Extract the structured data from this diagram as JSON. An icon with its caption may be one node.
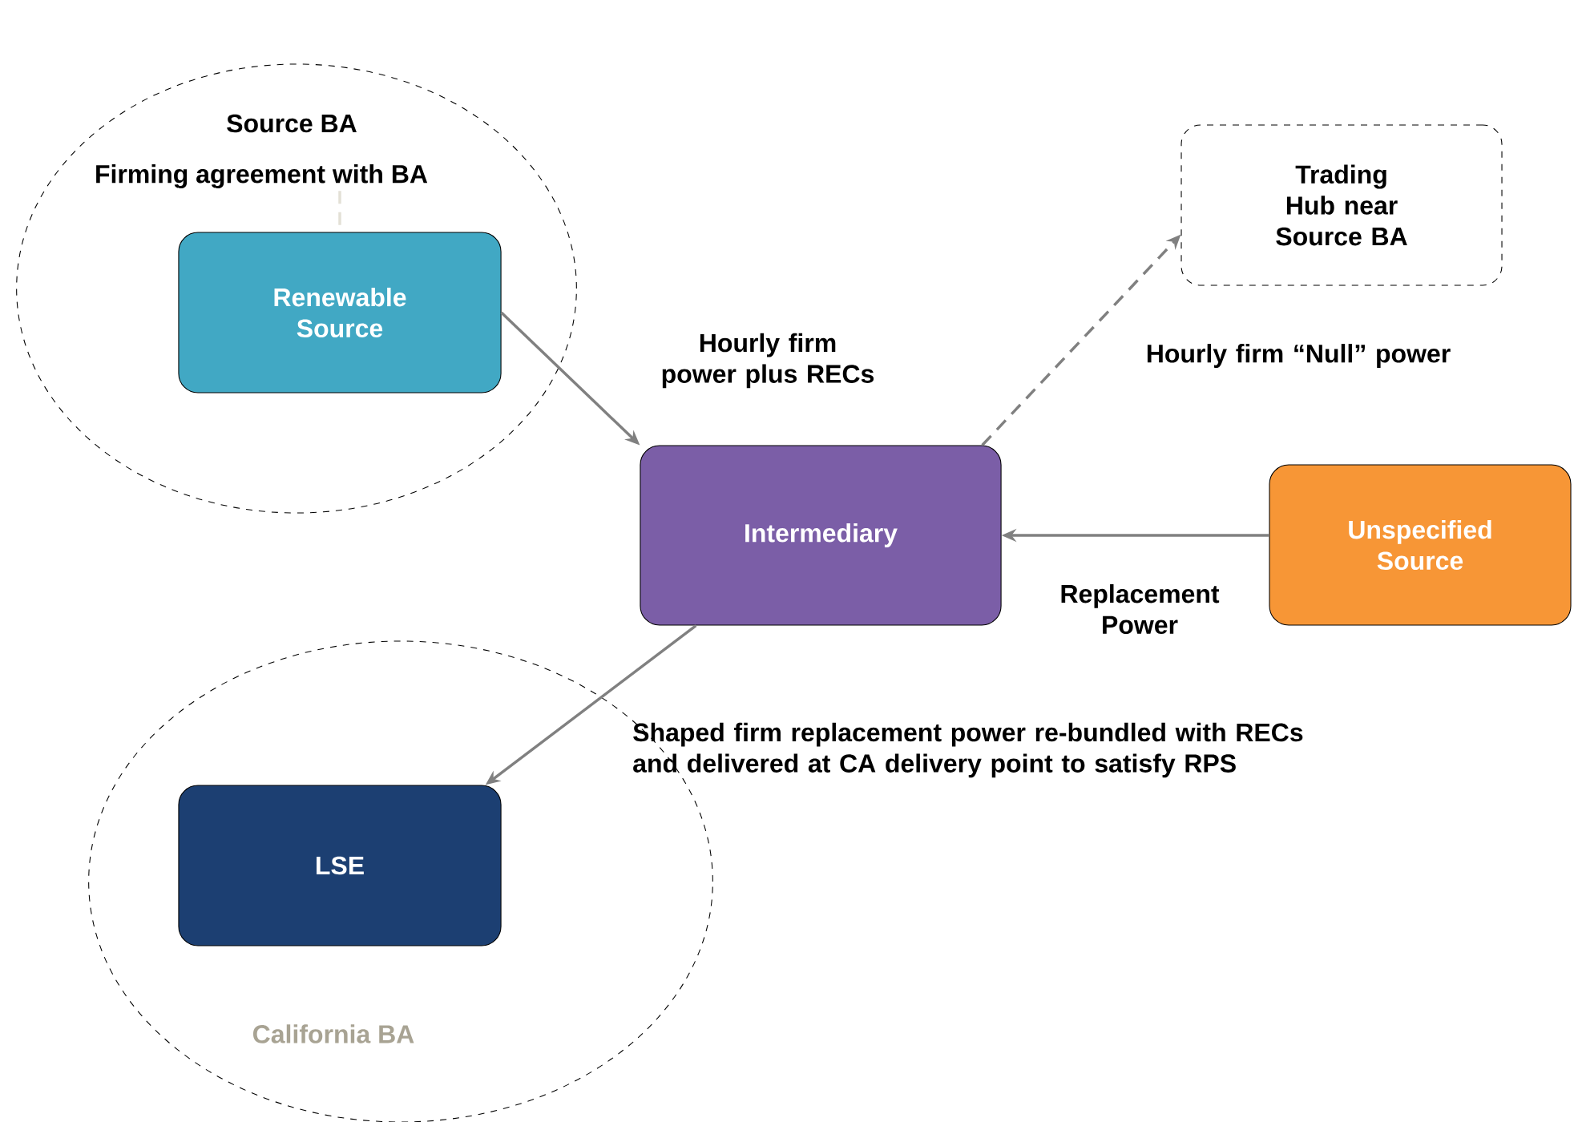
{
  "diagram": {
    "nodes": [
      {
        "text": [
          "Source BA"
        ]
      },
      {
        "text": [
          "Firming agreement with BA"
        ],
        "in": 0
      },
      {
        "text": [
          "Renewable Source"
        ],
        "in": 0
      },
      {
        "text": [
          "Trading Hub near Source BA"
        ]
      },
      {
        "text": [
          "Intermediary"
        ]
      },
      {
        "text": [
          "Unspecified Source"
        ]
      },
      {
        "text": [
          "California BA"
        ]
      },
      {
        "text": [
          "LSE"
        ],
        "in": 6
      }
    ],
    "edges": [
      {
        "from": 1,
        "to": 2,
        "arrow": "none",
        "style": "dashed",
        "color": "#e3e0d6"
      },
      {
        "from": 2,
        "to": 4,
        "arrow": "to",
        "label": "Hourly firm power plus RECs"
      },
      {
        "from": 4,
        "to": 3,
        "arrow": "to",
        "style": "dashed",
        "label": "Hourly firm “Null” power"
      },
      {
        "from": 5,
        "to": 4,
        "arrow": "to",
        "label": "Replacement Power"
      },
      {
        "from": 4,
        "to": 7,
        "arrow": "to",
        "label": "Shaped firm replacement power re-bundled with RECs and delivered at CA delivery point to satisfy RPS"
      }
    ]
  }
}
